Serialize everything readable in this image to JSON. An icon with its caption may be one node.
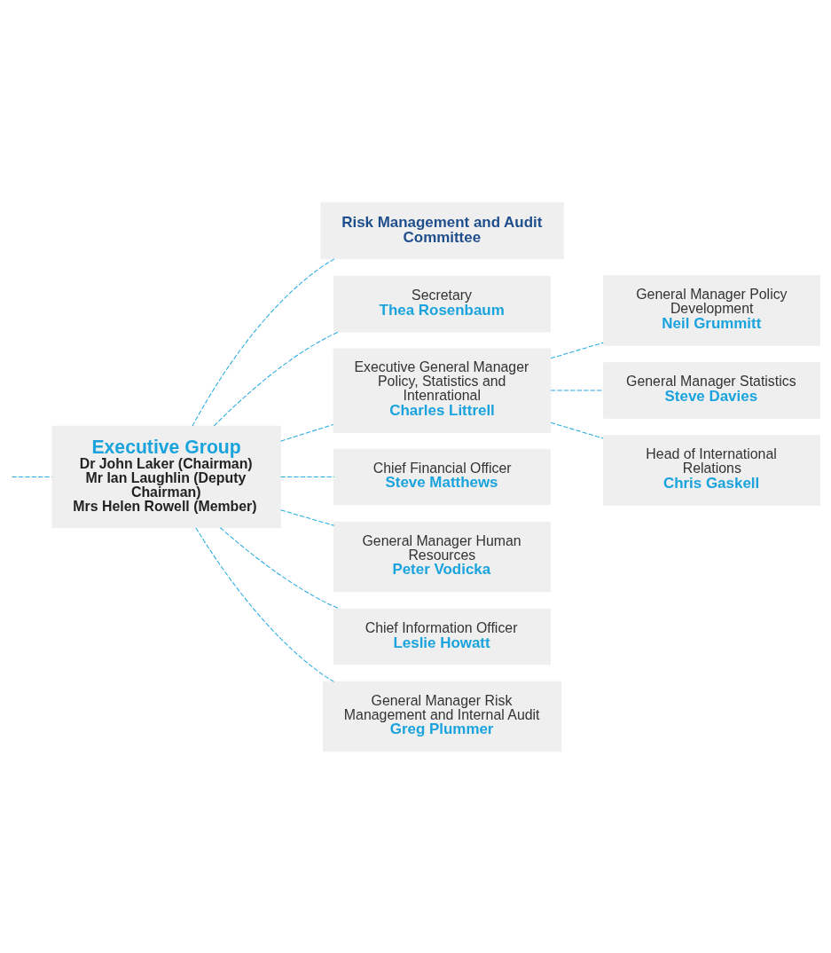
{
  "diagram": {
    "nodes": [
      {
        "text": [
          "Executive Group",
          "Dr John Laker (Chairman)",
          "Mr Ian Laughlin (Deputy Chairman)",
          "Mrs Helen Rowell (Member)"
        ]
      },
      {
        "text": [
          "Risk Management and Audit Committee"
        ]
      },
      {
        "text": [
          "Secretary",
          "Thea Rosenbaum"
        ]
      },
      {
        "text": [
          "Executive General Manager Policy, Statistics and Intenrational",
          "Charles Littrell"
        ]
      },
      {
        "text": [
          "General Manager Policy Development",
          "Neil Grummitt"
        ]
      },
      {
        "text": [
          "General Manager Statistics",
          "Steve Davies"
        ]
      },
      {
        "text": [
          "Head of International Relations",
          "Chris Gaskell"
        ]
      },
      {
        "text": [
          "Chief Financial Officer",
          "Steve Matthews"
        ]
      },
      {
        "text": [
          "General Manager Human Resources",
          "Peter Vodicka"
        ]
      },
      {
        "text": [
          "Chief Information Officer",
          "Leslie Howatt"
        ]
      },
      {
        "text": [
          "General Manager Risk Management and Internal Audit",
          "Greg Plummer"
        ]
      }
    ],
    "edges": [
      {
        "from": null,
        "to": 0,
        "arrow": "none",
        "style": "dashed"
      },
      {
        "from": 0,
        "to": 1,
        "arrow": "none",
        "style": "dashed"
      },
      {
        "from": 0,
        "to": 2,
        "arrow": "none",
        "style": "dashed"
      },
      {
        "from": 0,
        "to": 3,
        "arrow": "none",
        "style": "dashed"
      },
      {
        "from": 0,
        "to": 7,
        "arrow": "none",
        "style": "dashed"
      },
      {
        "from": 0,
        "to": 8,
        "arrow": "none",
        "style": "dashed"
      },
      {
        "from": 0,
        "to": 9,
        "arrow": "none",
        "style": "dashed"
      },
      {
        "from": 0,
        "to": 10,
        "arrow": "none",
        "style": "dashed"
      },
      {
        "from": 3,
        "to": 4,
        "arrow": "none",
        "style": "dashed"
      },
      {
        "from": 3,
        "to": 5,
        "arrow": "none",
        "style": "dashed"
      },
      {
        "from": 3,
        "to": 6,
        "arrow": "none",
        "style": "dashed"
      }
    ]
  }
}
